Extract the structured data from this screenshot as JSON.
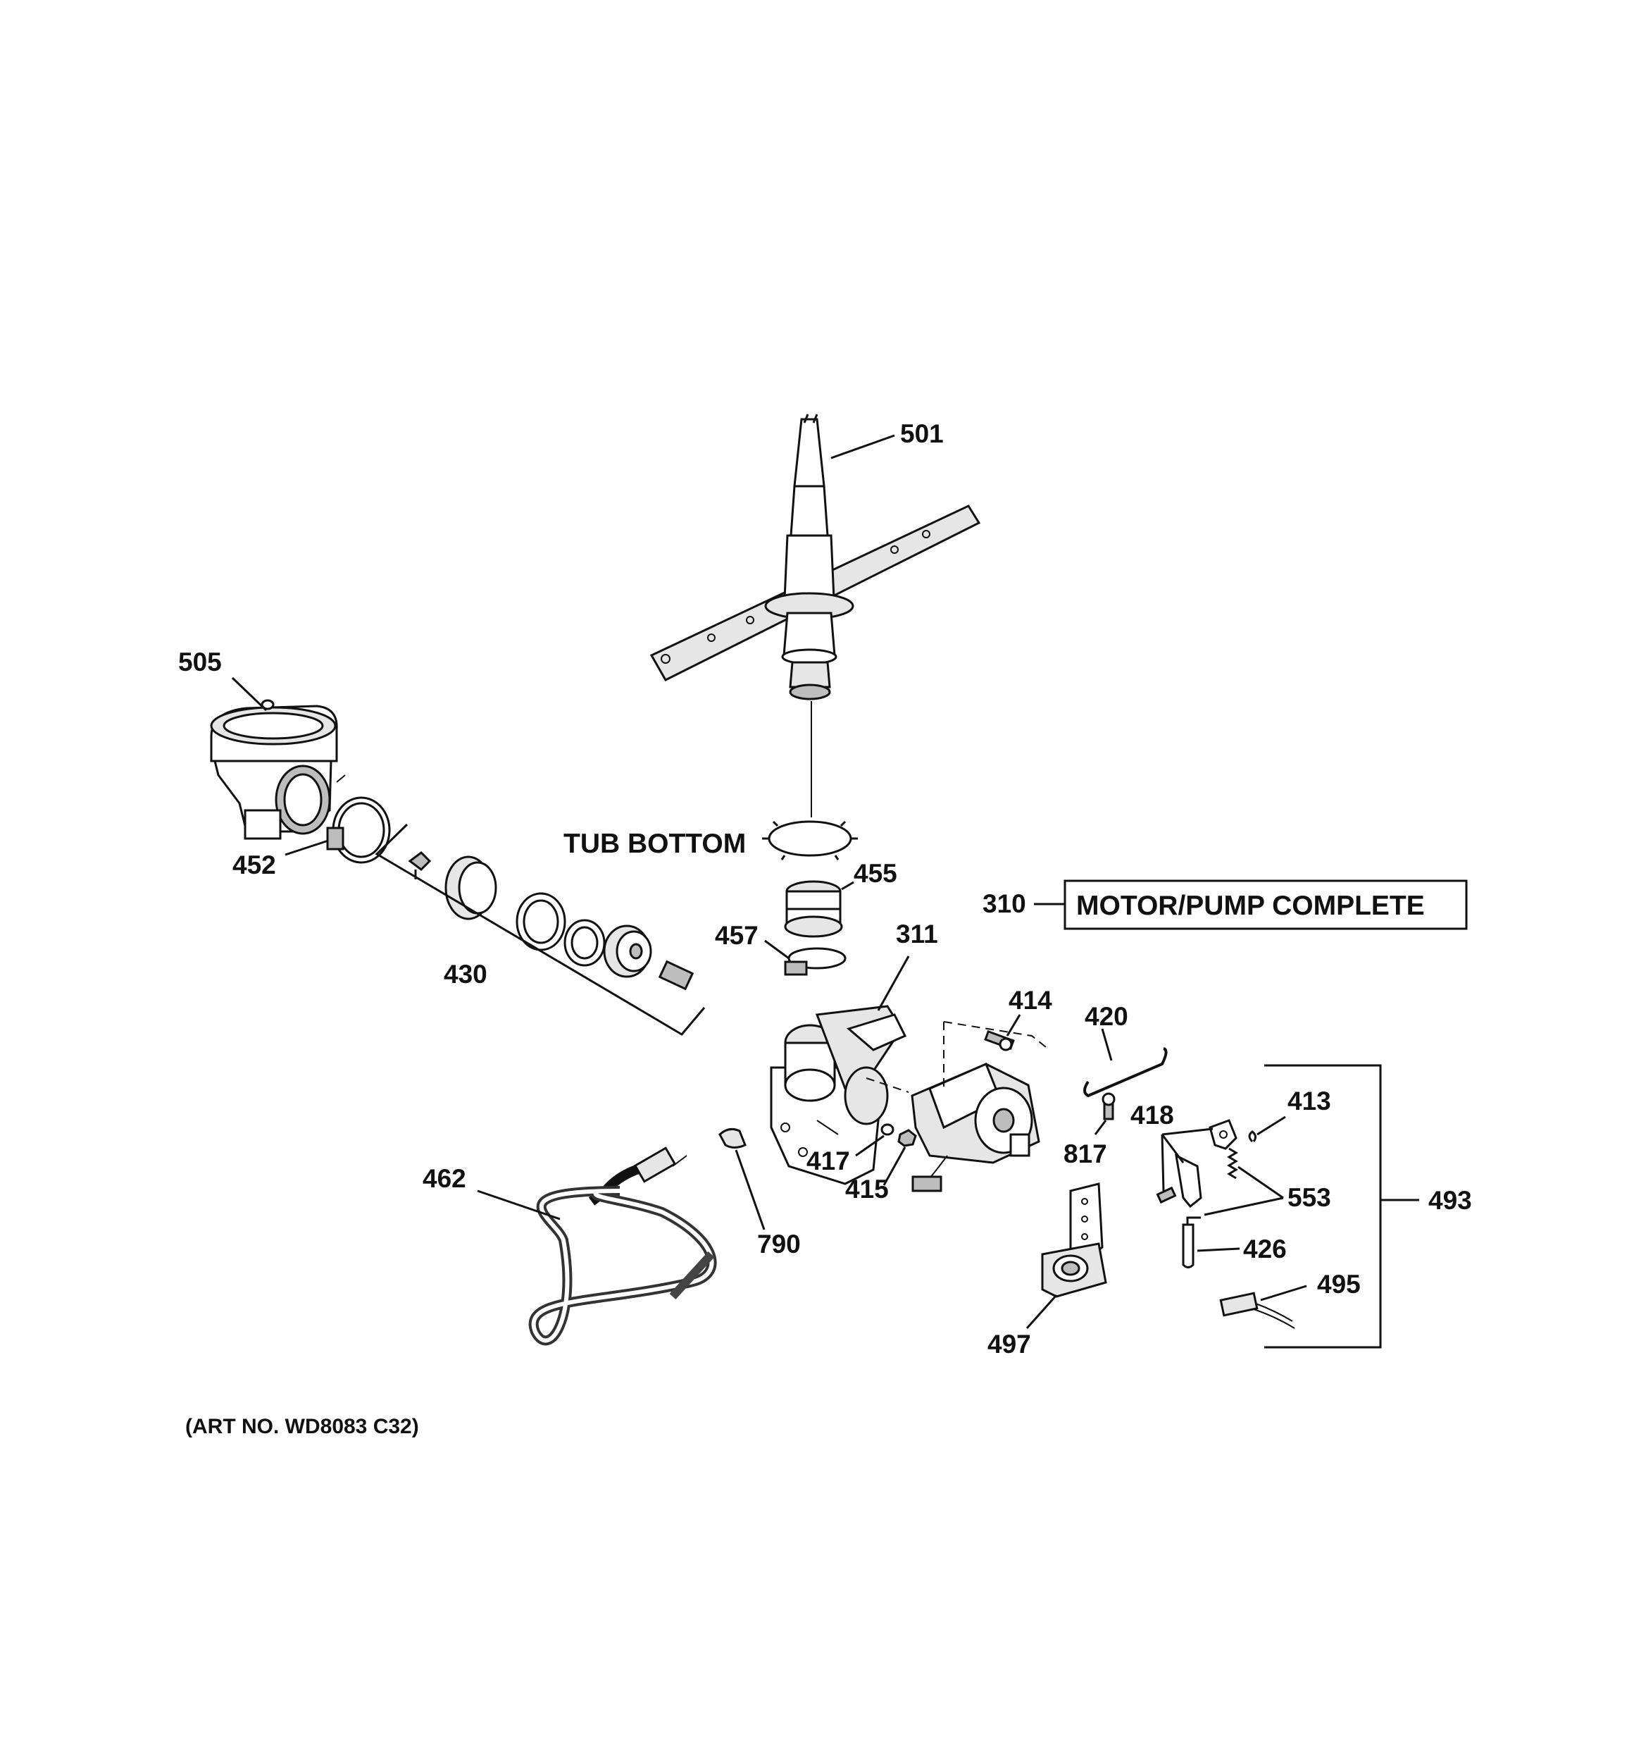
{
  "callouts": {
    "c501": "501",
    "c505": "505",
    "c452": "452",
    "c430": "430",
    "c455": "455",
    "c457": "457",
    "c311": "311",
    "c310": "310",
    "c414": "414",
    "c420": "420",
    "c413": "413",
    "c418": "418",
    "c817": "817",
    "c417": "417",
    "c415": "415",
    "c553": "553",
    "c493": "493",
    "c426": "426",
    "c495": "495",
    "c497": "497",
    "c462": "462",
    "c790": "790"
  },
  "labels": {
    "tub_bottom": "TUB BOTTOM",
    "motor_pump_complete": "MOTOR/PUMP COMPLETE",
    "art_no": "(ART NO. WD8083 C32)"
  }
}
